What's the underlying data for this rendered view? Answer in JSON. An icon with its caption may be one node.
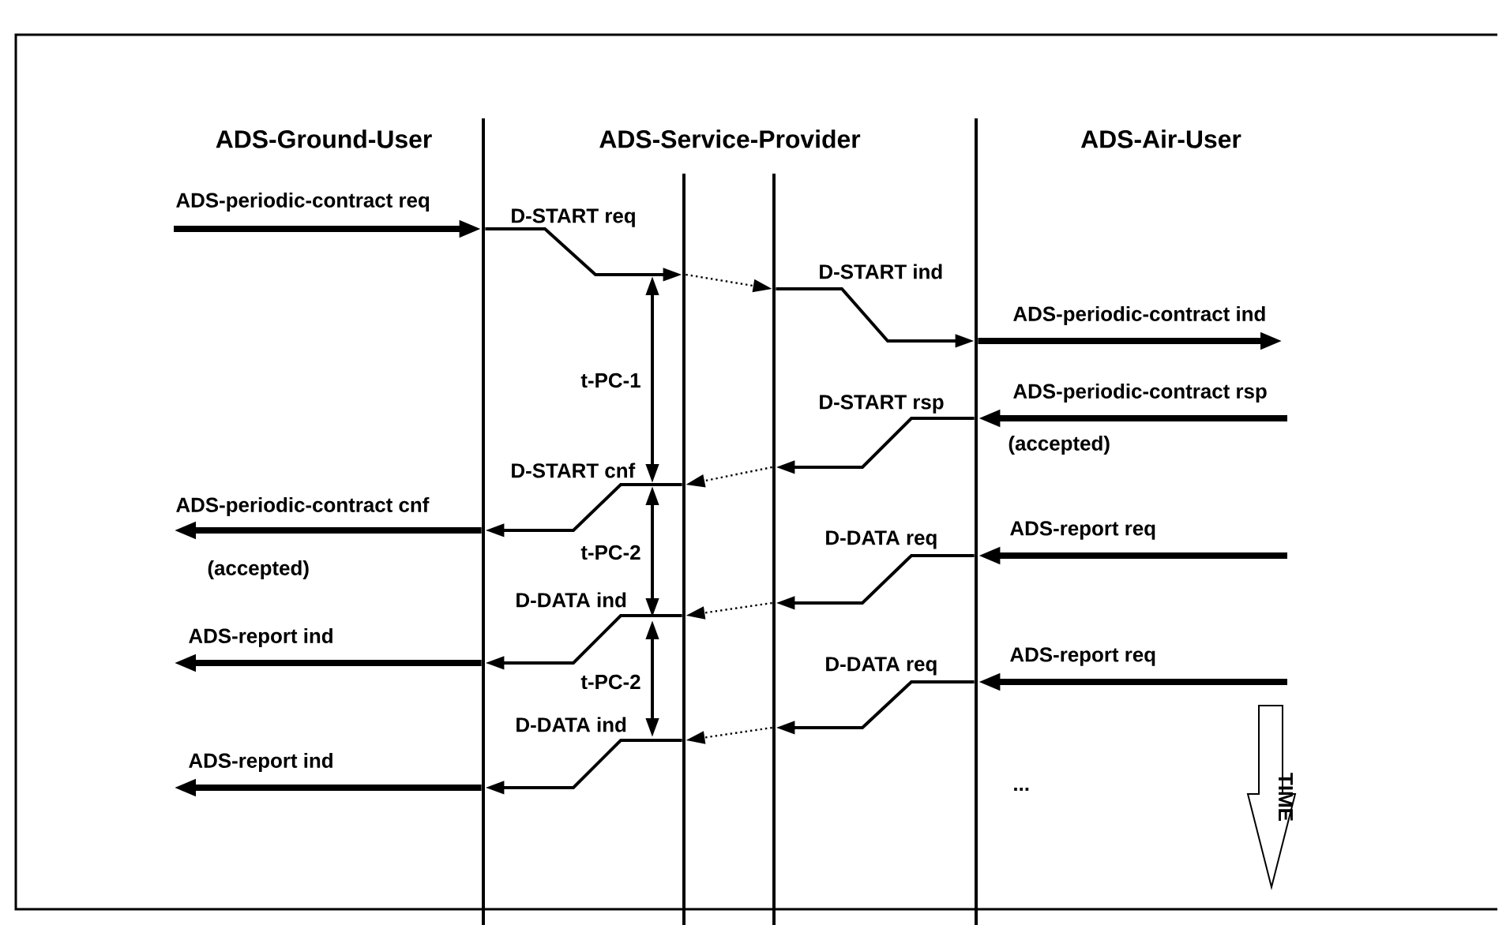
{
  "diagram": {
    "nodes": [
      {
        "text": [],
        "shape": "line"
      },
      {
        "text": [],
        "shape": "line"
      },
      {
        "text": [],
        "shape": "line"
      },
      {
        "text": [],
        "shape": "line"
      }
    ],
    "edges": [
      {
        "from": null,
        "to": 0,
        "arrow": "to",
        "label": "ADS-periodic-contract req",
        "style": "thick"
      },
      {
        "from": 0,
        "to": 1,
        "arrow": "to",
        "label": "D-START req"
      },
      {
        "from": 1,
        "to": 2,
        "arrow": "to",
        "style": "dashed"
      },
      {
        "from": 2,
        "to": 3,
        "arrow": "to",
        "label": "D-START ind"
      },
      {
        "from": 3,
        "to": null,
        "arrow": "to",
        "label": "ADS-periodic-contract ind",
        "style": "thick"
      },
      {
        "from": null,
        "to": 3,
        "arrow": "to",
        "label": "ADS-periodic-contract rsp",
        "style": "thick"
      },
      {
        "from": 3,
        "to": 2,
        "arrow": "to",
        "label": "D-START rsp"
      },
      {
        "from": 2,
        "to": 1,
        "arrow": "to",
        "style": "dashed"
      },
      {
        "from": 1,
        "to": 0,
        "arrow": "to",
        "label": "D-START cnf"
      },
      {
        "from": 0,
        "to": null,
        "arrow": "to",
        "label": "ADS-periodic-contract cnf",
        "style": "thick"
      },
      {
        "from": null,
        "to": 3,
        "arrow": "to",
        "label": "ADS-report req",
        "style": "thick"
      },
      {
        "from": 3,
        "to": 2,
        "arrow": "to",
        "label": "D-DATA req"
      },
      {
        "from": 2,
        "to": 1,
        "arrow": "to",
        "style": "dashed"
      },
      {
        "from": 1,
        "to": 0,
        "arrow": "to",
        "label": "D-DATA ind"
      },
      {
        "from": 0,
        "to": null,
        "arrow": "to",
        "label": "ADS-report ind",
        "style": "thick"
      },
      {
        "from": null,
        "to": 3,
        "arrow": "to",
        "label": "ADS-report req",
        "style": "thick"
      },
      {
        "from": 3,
        "to": 2,
        "arrow": "to",
        "label": "D-DATA req"
      },
      {
        "from": 2,
        "to": 1,
        "arrow": "to",
        "style": "dashed"
      },
      {
        "from": 1,
        "to": 0,
        "arrow": "to",
        "label": "D-DATA ind"
      },
      {
        "from": 0,
        "to": null,
        "arrow": "to",
        "label": "ADS-report ind",
        "style": "thick"
      }
    ],
    "labels": [
      "ADS-Ground-User",
      "ADS-Service-Provider",
      "ADS-Air-User",
      "t-PC-1",
      "(accepted)",
      "t-PC-2",
      "(accepted)",
      "t-PC-2",
      "...",
      "TIME"
    ]
  }
}
